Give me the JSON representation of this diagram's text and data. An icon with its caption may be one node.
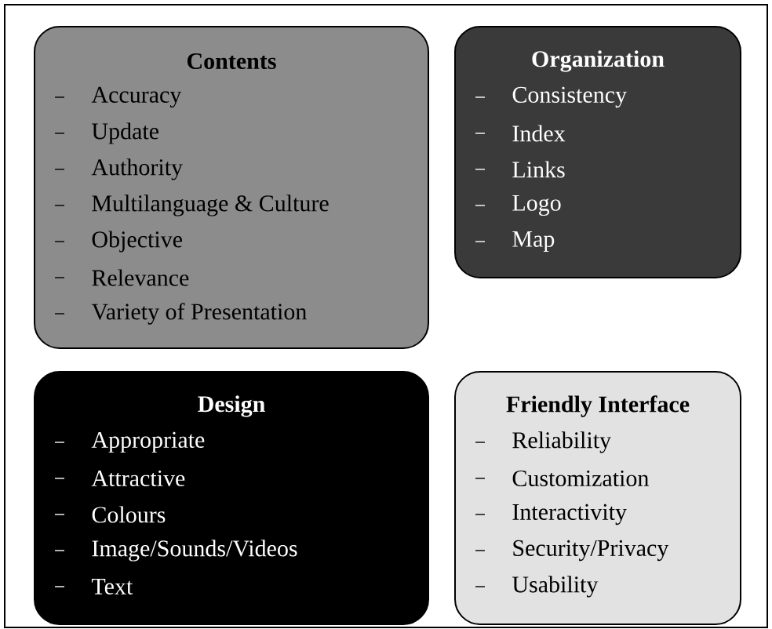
{
  "diagram": {
    "nodes": [
      {
        "text": [
          "Contents",
          "Accuracy",
          "Update",
          "Authority",
          "Multilanguage & Culture",
          "Objective",
          "Relevance",
          "Variety of Presentation"
        ]
      },
      {
        "text": [
          "Organization",
          "Consistency",
          "Index",
          "Links",
          "Logo",
          "Map"
        ]
      },
      {
        "text": [
          "Design",
          "Appropriate",
          "Attractive",
          "Colours",
          "Image/Sounds/Videos",
          "Text"
        ]
      },
      {
        "text": [
          "Friendly Interface",
          "Reliability",
          "Customization",
          "Interactivity",
          "Security/Privacy",
          "Usability"
        ]
      }
    ]
  }
}
